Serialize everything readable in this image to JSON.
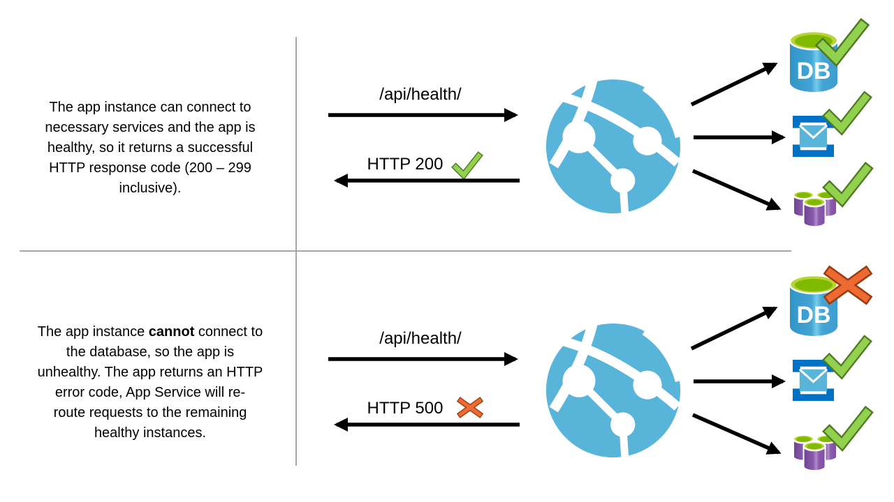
{
  "title": "App Service health check diagram",
  "colors": {
    "globe_blue": "#59b4d9",
    "db_blue_dark": "#3095c6",
    "db_blue_light": "#74cbec",
    "bracket_blue": "#0072c6",
    "envelope_blue": "#59b4d9",
    "top_green": "#7fba00",
    "top_green_rim": "#b8d432",
    "storage_purple": "#8a5cab",
    "storage_purple_light": "#b18ccb",
    "check_green": "#92d050",
    "check_outline": "#4e7b21",
    "cross_orange": "#ed6b33",
    "cross_outline": "#9c3a10",
    "arrow_black": "#000000",
    "divider_gray": "#a6a6a6",
    "text_black": "#000000"
  },
  "panels": [
    {
      "name": "healthy instance",
      "description": {
        "prefix": "The app instance can connect to\nnecessary services and the app is\nhealthy, so it returns a successful\nHTTP response code (200 – 299\ninclusive).",
        "bold": "",
        "suffix": ""
      },
      "request_label": "/api/health/",
      "response_label": "HTTP 200",
      "response_status": "success-check",
      "services": [
        {
          "name": "database",
          "label": "DB",
          "status": "check"
        },
        {
          "name": "email",
          "status": "check"
        },
        {
          "name": "storage",
          "status": "check"
        }
      ]
    },
    {
      "name": "unhealthy instance",
      "description": {
        "prefix": "The app instance ",
        "bold": "cannot",
        "suffix": " connect to\nthe database, so the app is\nunhealthy. The app returns an HTTP\nerror code, App Service will re-\nroute requests to the remaining\nhealthy instances."
      },
      "request_label": "/api/health/",
      "response_label": "HTTP 500",
      "response_status": "failure-cross",
      "services": [
        {
          "name": "database",
          "label": "DB",
          "status": "cross"
        },
        {
          "name": "email",
          "status": "check"
        },
        {
          "name": "storage",
          "status": "check"
        }
      ]
    }
  ]
}
